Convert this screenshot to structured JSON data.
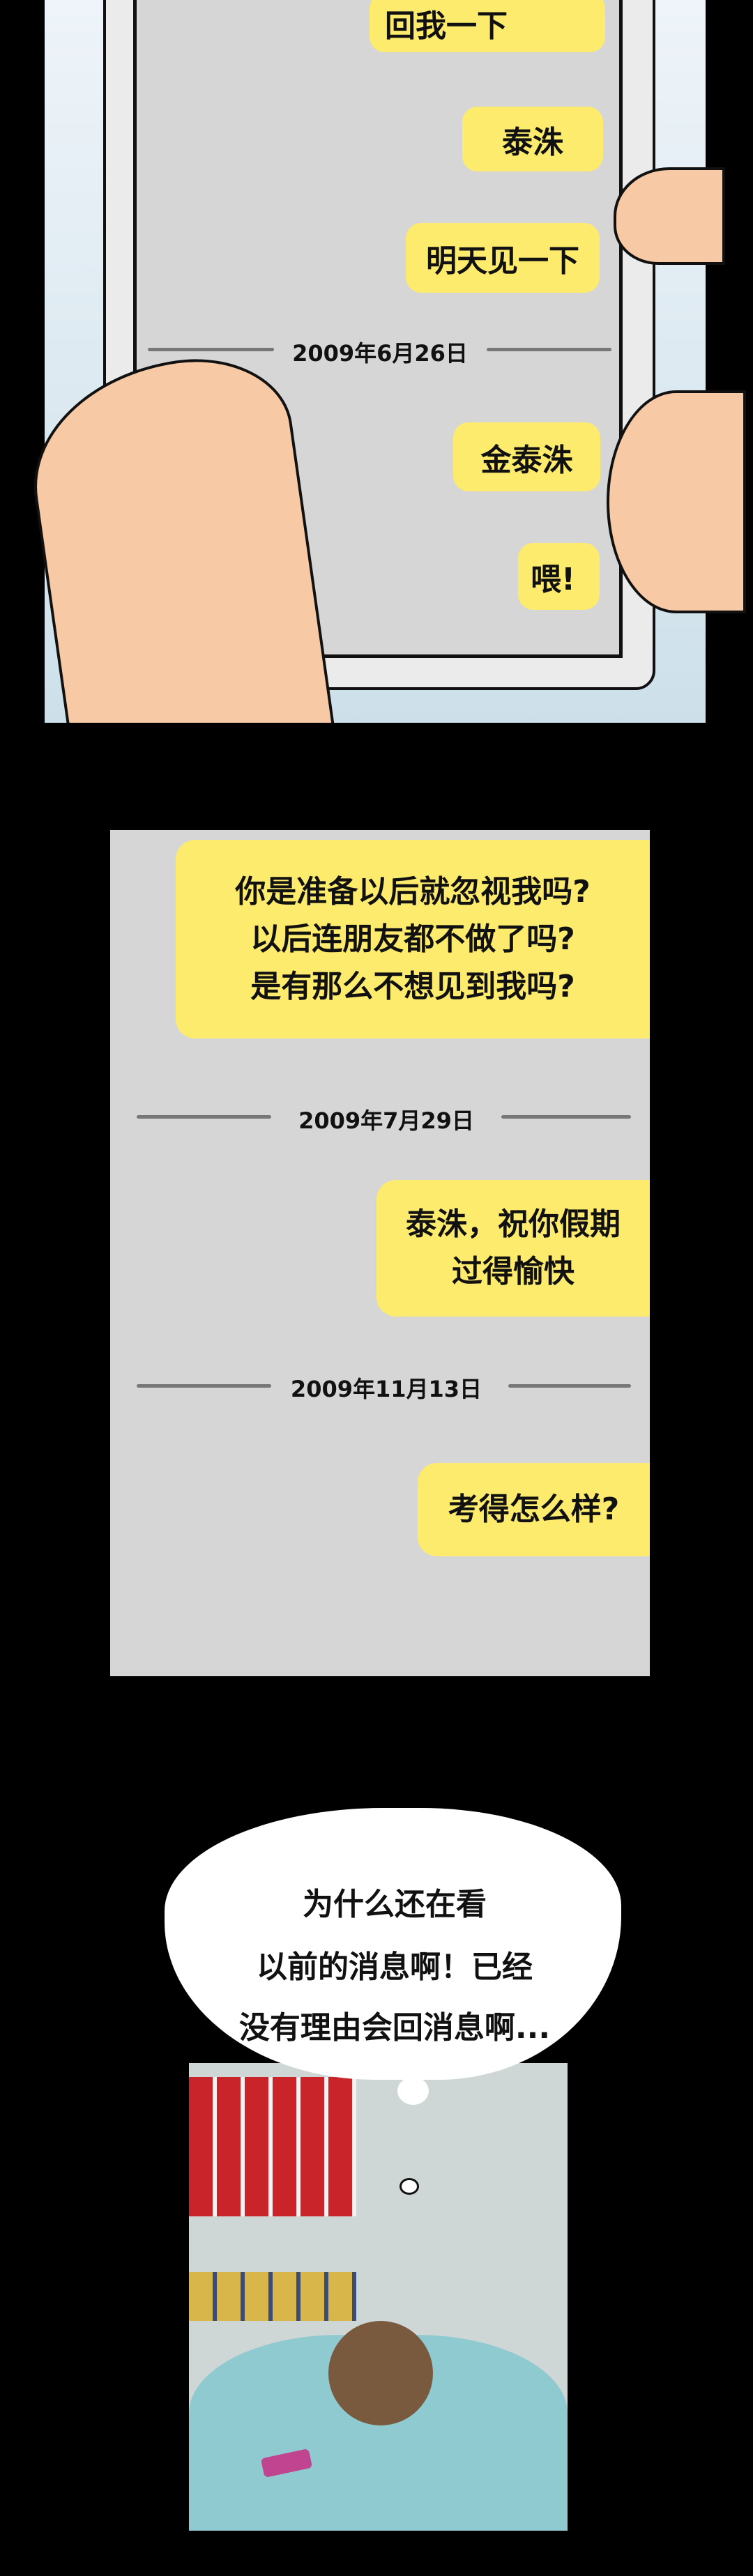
{
  "panel1": {
    "messages": [
      "回我一下",
      "泰洙",
      "明天见一下"
    ],
    "date": "2009年6月26日",
    "messages_after": [
      "金泰洙",
      "喂!"
    ]
  },
  "panel2": {
    "message1": [
      "你是准备以后就忽视我吗?",
      "以后连朋友都不做了吗?",
      "是有那么不想见到我吗?"
    ],
    "date1": "2009年7月29日",
    "message2": [
      "泰洙，祝你假期",
      "过得愉快"
    ],
    "date2": "2009年11月13日",
    "message3": "考得怎么样?"
  },
  "panel3": {
    "thought": [
      "为什么还在看",
      "以前的消息啊！已经",
      "没有理由会回消息啊..."
    ]
  },
  "colors": {
    "bubble": "#fdeb6d",
    "screen": "#d6d6d6"
  }
}
